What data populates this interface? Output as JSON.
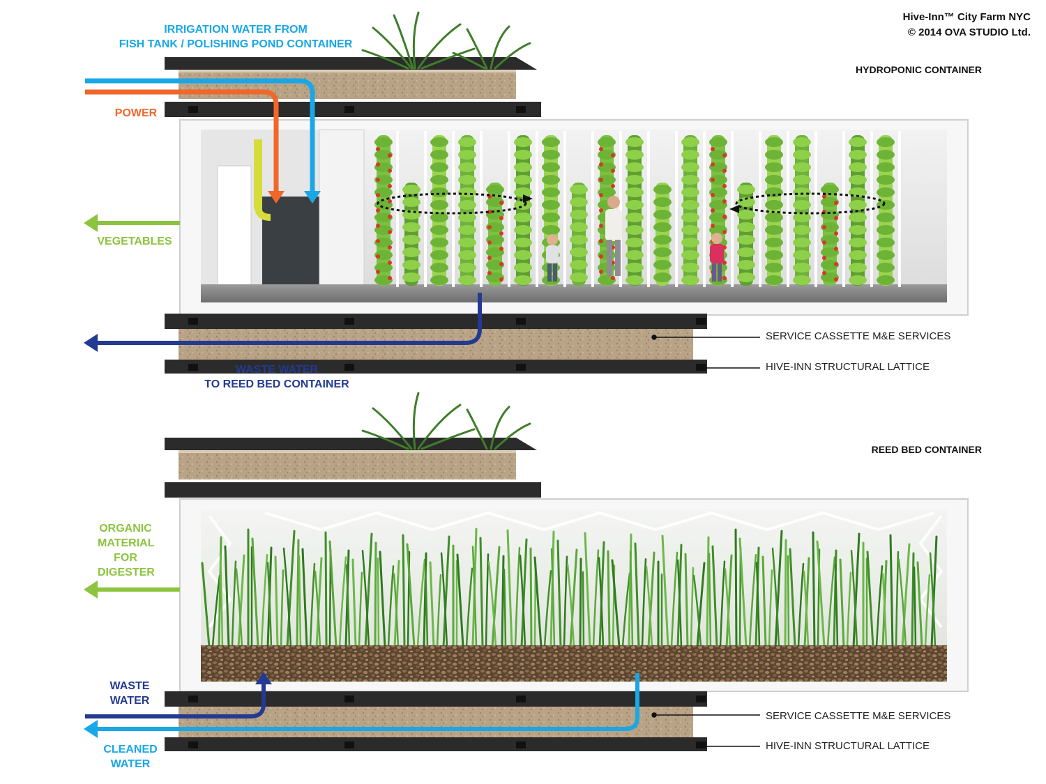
{
  "credit": {
    "line1": "Hive-Inn™ City Farm NYC",
    "line2": "© 2014 OVA STUDIO Ltd."
  },
  "containers": {
    "hydroponic": {
      "heading": "HYDROPONIC CONTAINER",
      "callout_cassette": "SERVICE CASSETTE M&E SERVICES",
      "callout_lattice": "HIVE-INN STRUCTURAL LATTICE"
    },
    "reed_bed": {
      "heading": "REED BED CONTAINER",
      "callout_cassette": "SERVICE CASSETTE M&E SERVICES",
      "callout_lattice": "HIVE-INN STRUCTURAL LATTICE"
    }
  },
  "flows": {
    "irrigation": {
      "line1": "IRRIGATION WATER FROM",
      "line2": "FISH TANK / POLISHING POND CONTAINER"
    },
    "power": {
      "label": "POWER"
    },
    "vegetables": {
      "label": "VEGETABLES"
    },
    "waste_out": {
      "line1": "WASTE WATER",
      "line2": "TO REED BED CONTAINER"
    },
    "organic": {
      "line1": "ORGANIC",
      "line2": "MATERIAL",
      "line3": "FOR",
      "line4": "DIGESTER"
    },
    "waste_in": {
      "line1": "WASTE",
      "line2": "WATER"
    },
    "cleaned": {
      "line1": "CLEANED",
      "line2": "WATER"
    }
  },
  "colors": {
    "light_blue": "#1aa7e6",
    "orange": "#f0672a",
    "green": "#8cc43f",
    "dark_blue": "#233a93",
    "soil": "#b8a184",
    "gravel": "#6b5238",
    "lattice": "#2b2b2b",
    "leaf": "#7fbf3a",
    "reed": "#4a9a2c"
  }
}
